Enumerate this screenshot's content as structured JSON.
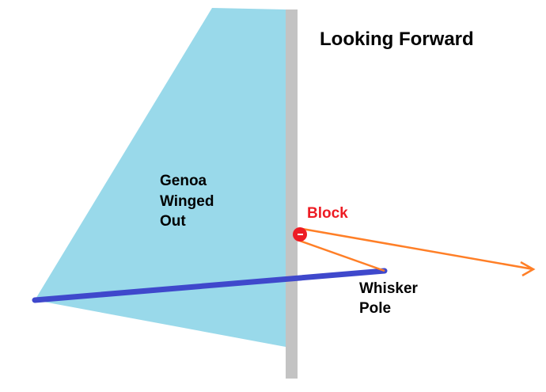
{
  "title": "Looking Forward",
  "labels": {
    "genoa": [
      "Genoa",
      "Winged",
      "Out"
    ],
    "block": "Block",
    "whisker_pole": [
      "Whisker",
      "Pole"
    ]
  },
  "colors": {
    "sail": "#99d9ea",
    "mast": "#c3c3c3",
    "pole": "#3f48cc",
    "block": "#ed1c24",
    "sheet": "#ff7f27",
    "text": "#000000",
    "block_text": "#ed1c24"
  }
}
